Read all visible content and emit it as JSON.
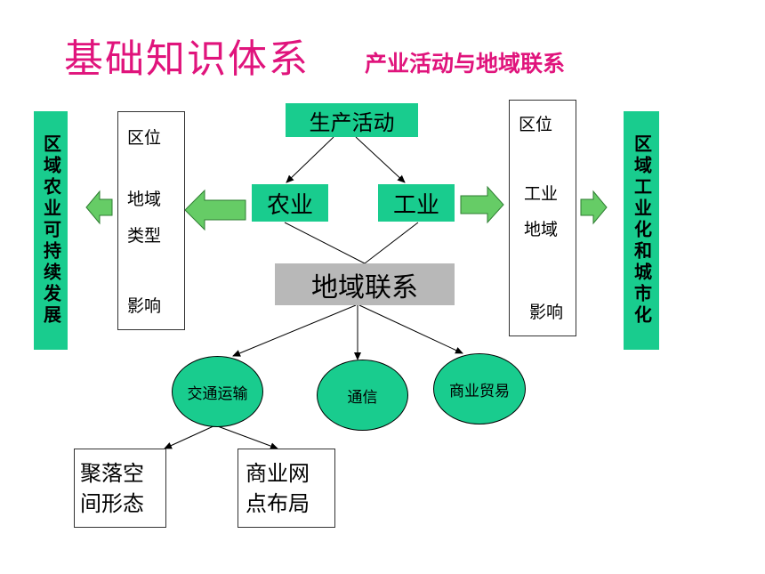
{
  "title": {
    "main": "基础知识体系",
    "sub": "产业活动与地域联系"
  },
  "top_node": "生产活动",
  "agriculture": "农业",
  "industry": "工业",
  "hub": "地域联系",
  "left_outer": "区域农业可持续发展",
  "right_outer": "区域工业化和城市化",
  "left_box": {
    "line1": "区位",
    "line2": "地域",
    "line3": "类型",
    "line4": "影响"
  },
  "right_box": {
    "line1": "区位",
    "line2": "工业",
    "line3": "地域",
    "line4": "影响"
  },
  "links": {
    "transport": "交通运输",
    "communication": "通信",
    "trade": "商业贸易"
  },
  "settlement": "聚落空间形态",
  "commerce": "商业网点布局",
  "colors": {
    "title": "#e0147c",
    "node_green": "#19cc8e",
    "hub_gray": "#b8b8b8",
    "arrow_green": "#66cc66"
  }
}
